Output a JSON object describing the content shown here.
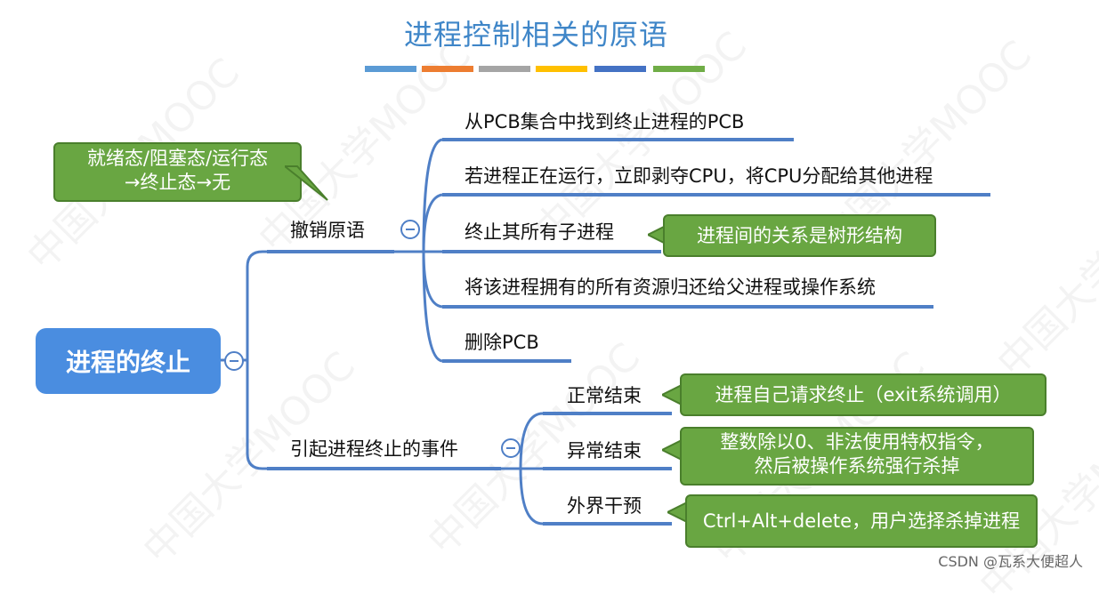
{
  "title": "进程控制相关的原语",
  "colors": {
    "title": "#3f86c8",
    "node_line": "#4f7fc6",
    "root_fill": "#4a8de0",
    "callout_fill": "#69a642",
    "title_bar": [
      "#5b9bd5",
      "#ed7d31",
      "#a5a5a5",
      "#ffc000",
      "#4472c4",
      "#70ad47"
    ]
  },
  "watermark": "中国大学MOOC",
  "root": "进程的终止",
  "branches": {
    "revoke": {
      "label": "撤销原语",
      "steps": [
        "从PCB集合中找到终止进程的PCB",
        "若进程正在运行，立即剥夺CPU，将CPU分配给其他进程",
        "终止其所有子进程",
        "将该进程拥有的所有资源归还给父进程或操作系统",
        "删除PCB"
      ],
      "callout_state_line1": "就绪态/阻塞态/运行态",
      "callout_state_line2": "→终止态→无",
      "callout_tree": "进程间的关系是树形结构"
    },
    "events": {
      "label": "引起进程终止的事件",
      "items": [
        {
          "label": "正常结束",
          "note_line1": "进程自己请求终止（exit系统调用）",
          "note_line2": ""
        },
        {
          "label": "异常结束",
          "note_line1": "整数除以0、非法使用特权指令，",
          "note_line2": "然后被操作系统强行杀掉"
        },
        {
          "label": "外界干预",
          "note_line1": "Ctrl+Alt+delete，用户选择杀掉进程",
          "note_line2": ""
        }
      ]
    }
  },
  "credit": "CSDN @瓦系大便超人"
}
